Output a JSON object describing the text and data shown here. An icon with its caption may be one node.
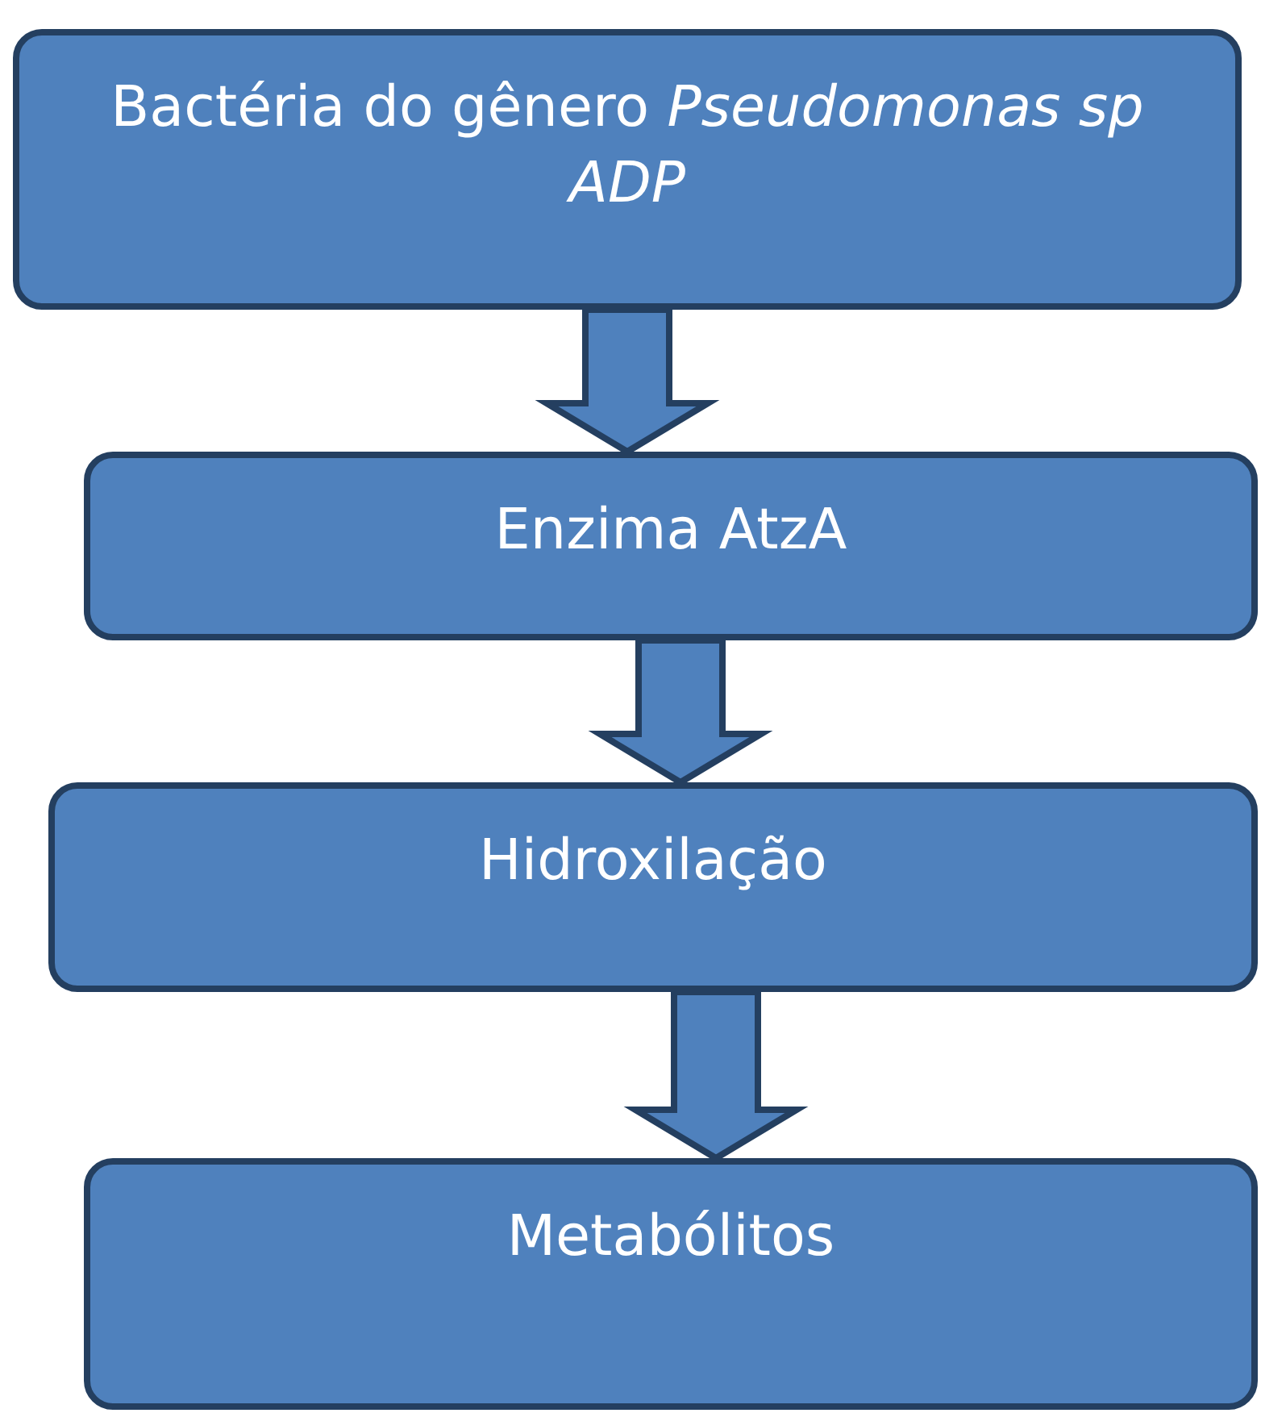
{
  "diagram": {
    "nodes": [
      {
        "text": [
          "Bactéria do gênero *Pseudomonas sp ADP*"
        ]
      },
      {
        "text": [
          "Enzima AtzA"
        ]
      },
      {
        "text": [
          "Hidroxilação"
        ]
      },
      {
        "text": [
          "Metabólitos"
        ]
      }
    ],
    "edges": [
      {
        "from": 0,
        "to": 1,
        "arrow": "to"
      },
      {
        "from": 1,
        "to": 2,
        "arrow": "to"
      },
      {
        "from": 2,
        "to": 3,
        "arrow": "to"
      }
    ]
  }
}
